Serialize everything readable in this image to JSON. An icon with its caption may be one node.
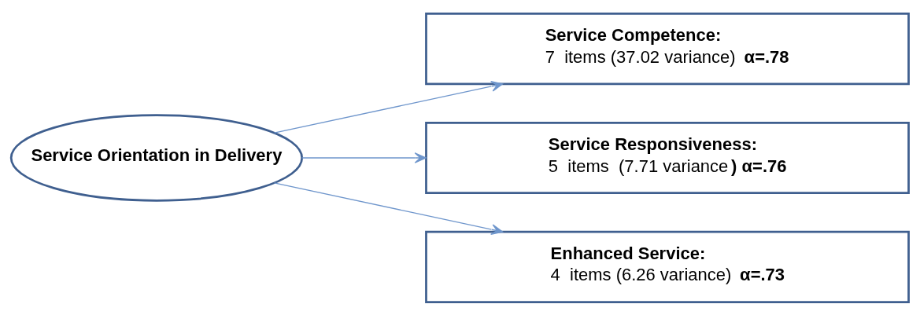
{
  "diagram": {
    "nodes": [
      {
        "text": [
          "Service Orientation in Delivery"
        ]
      },
      {
        "text": [
          "Service Competence:",
          "7  items (37.02 variance) **α=.78**"
        ]
      },
      {
        "text": [
          "Service Responsiveness:",
          "5  items  (7.71 variance**) α=.76**"
        ]
      },
      {
        "text": [
          "Enhanced Service:",
          "4  items (6.26 variance) **α=.73**"
        ]
      }
    ],
    "edges": [
      {
        "from": 0,
        "to": 1,
        "arrow": "to"
      },
      {
        "from": 0,
        "to": 2,
        "arrow": "to"
      },
      {
        "from": 0,
        "to": 3,
        "arrow": "to"
      }
    ]
  }
}
